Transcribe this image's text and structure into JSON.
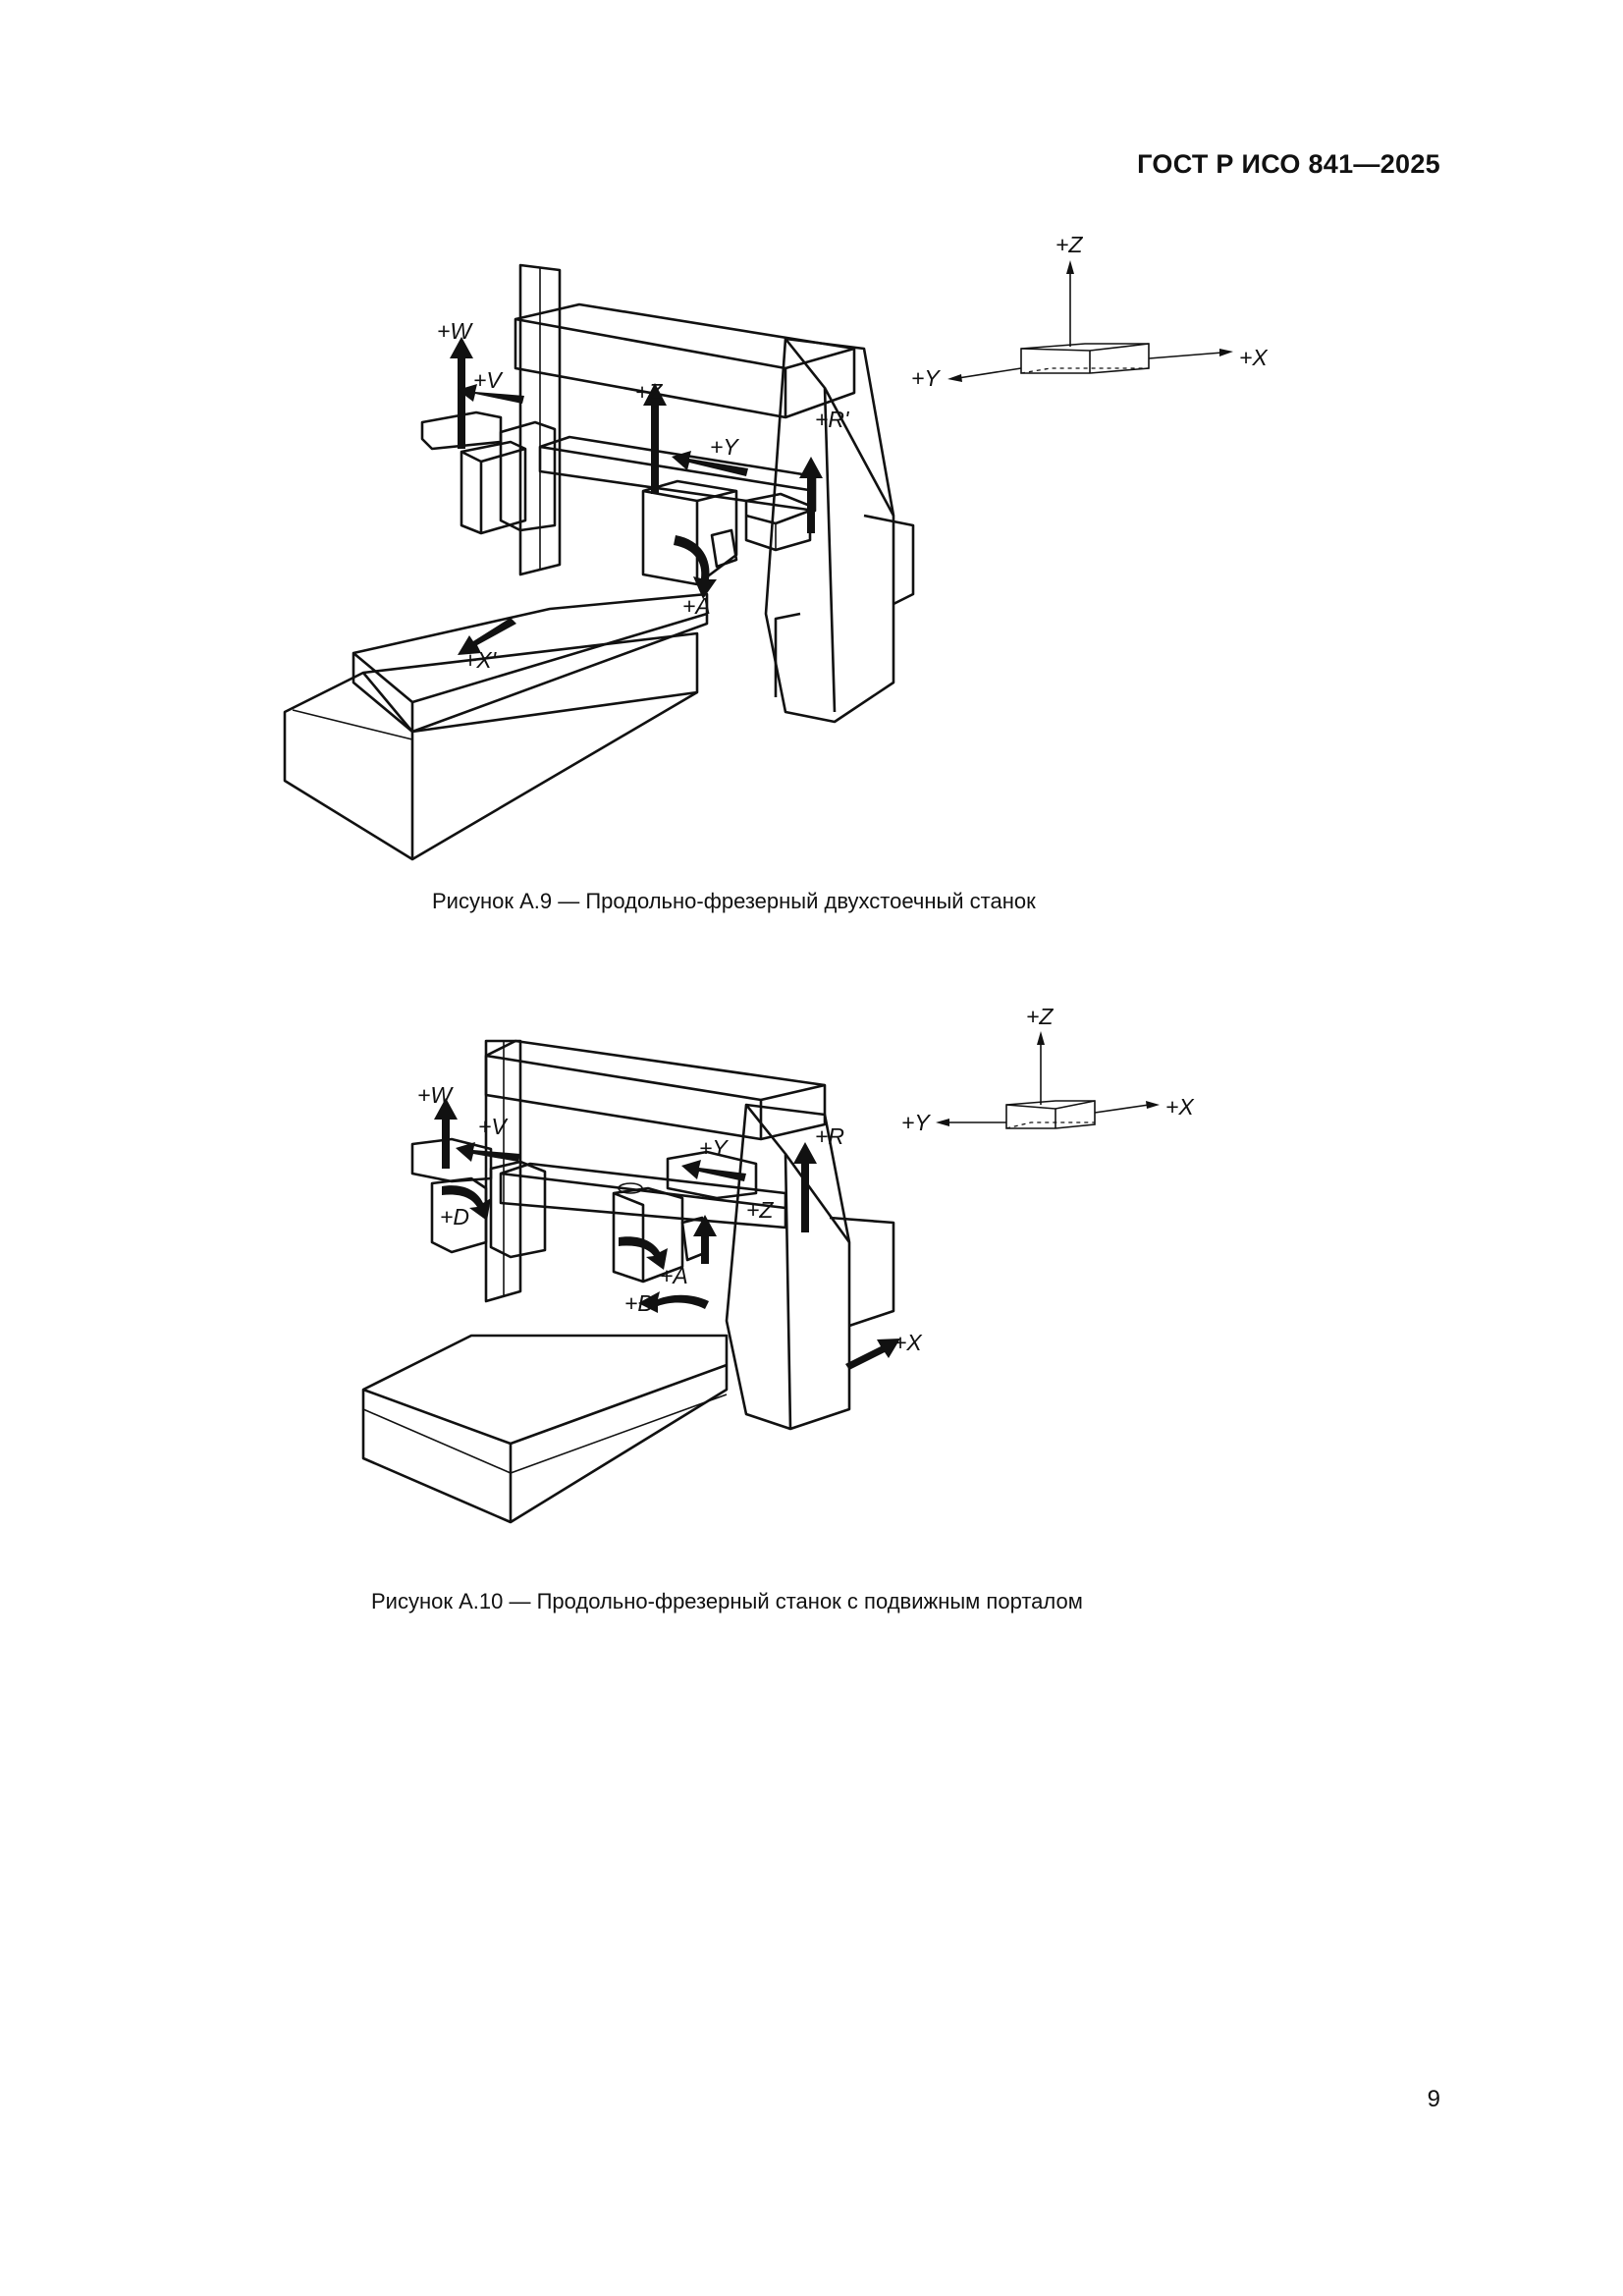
{
  "header": {
    "doc_id": "ГОСТ Р ИСО 841—2025"
  },
  "figures": [
    {
      "caption": "Рисунок А.9 — Продольно-фрезерный двухстоечный станок",
      "machine_labels": {
        "w": "+W",
        "v": "+V",
        "z": "+Z",
        "y": "+Y",
        "r": "+R'",
        "a": "+A",
        "x": "+X'"
      },
      "axis_labels": {
        "z": "+Z",
        "y": "+Y",
        "x": "+X"
      }
    },
    {
      "caption": "Рисунок А.10 — Продольно-фрезерный станок с подвижным порталом",
      "machine_labels": {
        "w": "+W",
        "v": "+V",
        "y": "+Y",
        "r": "+R",
        "d": "+D",
        "z": "+Z",
        "a": "+A",
        "b": "+B",
        "x": "+X"
      },
      "axis_labels": {
        "z": "+Z",
        "y": "+Y",
        "x": "+X"
      }
    }
  ],
  "page": {
    "number": "9"
  }
}
